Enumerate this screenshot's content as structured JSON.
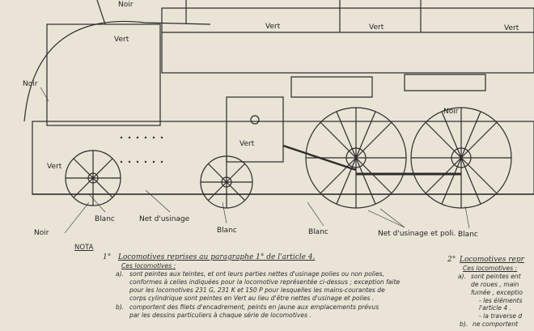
{
  "drawing_labels": {
    "noir_top": "Noir",
    "vert_cab": "Vert",
    "vert_top1": "Vert",
    "vert_top2": "Vert",
    "vert_top3": "Vert",
    "noir_left": "Noir",
    "vert_box": "Vert",
    "vert_frame": "Vert",
    "noir_wheel": "Noir",
    "noir_bottom": "Noir",
    "blanc_1": "Blanc",
    "net_usinage": "Net d'usinage",
    "blanc_2": "Blanc",
    "blanc_3": "Blanc",
    "net_usinage_poli": "Net d'usinage et poli.",
    "blanc_4": "Blanc"
  },
  "nota": {
    "title": "NOTA",
    "s1_num": "1°",
    "s1_heading": "Locomotives reprises au paragraphe 1° de l'article 4.",
    "s1_intro": "Ces locomotives :",
    "s1_a_marker": "a).",
    "s1_a_lines": [
      "sont peintes aux teintes, et ont leurs parties nettes d'usinage polies ou non polies,",
      "conformes à celles indiquées pour la locomotive représentée ci-dessus ; exception faite",
      "pour les locomotives 231 G, 231 K et 150 P pour lesquelles les mains-courantes de",
      "corps cylindrique sont peintes en Vert au lieu d'être nettes d'usinage et polies ."
    ],
    "s1_b_marker": "b).",
    "s1_b_lines": [
      "comportent des filets d'encadrement, peints en jaune aux emplacements prévus",
      "par les dessins particuliers à chaque série de locomotives ."
    ],
    "s2_num": "2°",
    "s2_heading": "Locomotives repr",
    "s2_intro": "Ces locomotives :",
    "s2_a_marker": "a).",
    "s2_a_lines": [
      "sont peintes ent",
      "de roues , main",
      "fumée , exceptio",
      "- les éléments",
      "l'article 4 .",
      "- la traverse d"
    ],
    "s2_b_marker": "b).",
    "s2_b_line": "ne comportent"
  }
}
